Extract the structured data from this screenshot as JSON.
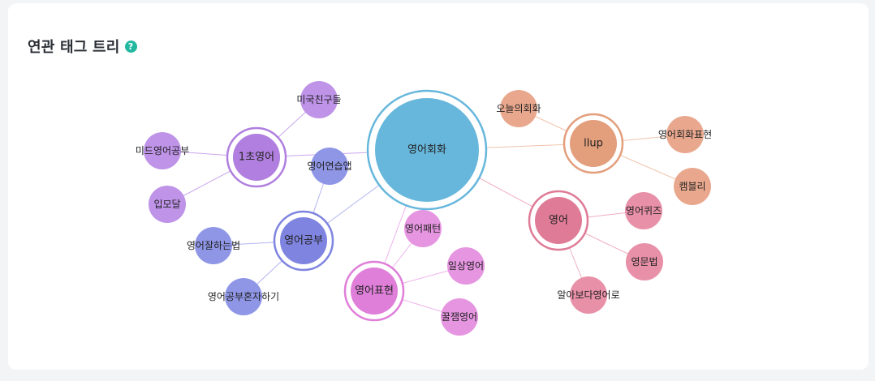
{
  "header": {
    "title": "연관 태그 트리",
    "help_icon": "?"
  },
  "graph": {
    "nodes": [
      {
        "id": "n0",
        "label": "영어회화",
        "color": "#67b7dc",
        "ring": true,
        "size": "xl"
      },
      {
        "id": "n1",
        "label": "1초영어",
        "color": "#b07fdf",
        "ring": true,
        "size": "lg"
      },
      {
        "id": "n2",
        "label": "미국친구들",
        "color": "#be93e8",
        "ring": false,
        "size": "sm"
      },
      {
        "id": "n3",
        "label": "미드영어공부",
        "color": "#be93e8",
        "ring": false,
        "size": "sm"
      },
      {
        "id": "n4",
        "label": "입모달",
        "color": "#be93e8",
        "ring": false,
        "size": "sm"
      },
      {
        "id": "n5",
        "label": "영어연습앱",
        "color": "#8f96e6",
        "ring": false,
        "size": "sm"
      },
      {
        "id": "n6",
        "label": "영어공부",
        "color": "#7f84e0",
        "ring": true,
        "size": "lg"
      },
      {
        "id": "n7",
        "label": "영어잘하는법",
        "color": "#8f96e6",
        "ring": false,
        "size": "sm"
      },
      {
        "id": "n8",
        "label": "영어공부혼자하기",
        "color": "#8f96e6",
        "ring": false,
        "size": "sm"
      },
      {
        "id": "n9",
        "label": "영어패턴",
        "color": "#e695e1",
        "ring": false,
        "size": "sm"
      },
      {
        "id": "n10",
        "label": "영어표현",
        "color": "#df7fd9",
        "ring": true,
        "size": "lg"
      },
      {
        "id": "n11",
        "label": "일상영어",
        "color": "#e695e1",
        "ring": false,
        "size": "sm"
      },
      {
        "id": "n12",
        "label": "꿀잼영어",
        "color": "#e695e1",
        "ring": false,
        "size": "sm"
      },
      {
        "id": "n13",
        "label": "오늘의회화",
        "color": "#e9a88e",
        "ring": false,
        "size": "sm"
      },
      {
        "id": "n14",
        "label": "llup",
        "color": "#e39e7c",
        "ring": true,
        "size": "lg"
      },
      {
        "id": "n15",
        "label": "영어회화표현",
        "color": "#e9a88e",
        "ring": false,
        "size": "sm"
      },
      {
        "id": "n16",
        "label": "캠블리",
        "color": "#e9a88e",
        "ring": false,
        "size": "sm"
      },
      {
        "id": "n17",
        "label": "영어",
        "color": "#df7b97",
        "ring": true,
        "size": "lg"
      },
      {
        "id": "n18",
        "label": "영어퀴즈",
        "color": "#e890a8",
        "ring": false,
        "size": "sm"
      },
      {
        "id": "n19",
        "label": "영문법",
        "color": "#e890a8",
        "ring": false,
        "size": "sm"
      },
      {
        "id": "n20",
        "label": "알아보다영어로",
        "color": "#e890a8",
        "ring": false,
        "size": "sm"
      }
    ],
    "edges": [
      {
        "from": "n0",
        "to": "n1",
        "color": "#c9a6ec"
      },
      {
        "from": "n0",
        "to": "n6",
        "color": "#b3b6ef"
      },
      {
        "from": "n0",
        "to": "n10",
        "color": "#eeb2eb"
      },
      {
        "from": "n0",
        "to": "n14",
        "color": "#f0c3ad"
      },
      {
        "from": "n0",
        "to": "n17",
        "color": "#f0adbf"
      },
      {
        "from": "n1",
        "to": "n2",
        "color": "#c9a6ec"
      },
      {
        "from": "n1",
        "to": "n3",
        "color": "#c9a6ec"
      },
      {
        "from": "n1",
        "to": "n4",
        "color": "#c9a6ec"
      },
      {
        "from": "n6",
        "to": "n5",
        "color": "#b3b6ef"
      },
      {
        "from": "n6",
        "to": "n7",
        "color": "#b3b6ef"
      },
      {
        "from": "n6",
        "to": "n8",
        "color": "#b3b6ef"
      },
      {
        "from": "n10",
        "to": "n9",
        "color": "#eeb2eb"
      },
      {
        "from": "n10",
        "to": "n11",
        "color": "#eeb2eb"
      },
      {
        "from": "n10",
        "to": "n12",
        "color": "#eeb2eb"
      },
      {
        "from": "n14",
        "to": "n13",
        "color": "#f0c3ad"
      },
      {
        "from": "n14",
        "to": "n15",
        "color": "#f0c3ad"
      },
      {
        "from": "n14",
        "to": "n16",
        "color": "#f0c3ad"
      },
      {
        "from": "n17",
        "to": "n18",
        "color": "#f0adbf"
      },
      {
        "from": "n17",
        "to": "n19",
        "color": "#f0adbf"
      },
      {
        "from": "n17",
        "to": "n20",
        "color": "#f0adbf"
      }
    ]
  }
}
